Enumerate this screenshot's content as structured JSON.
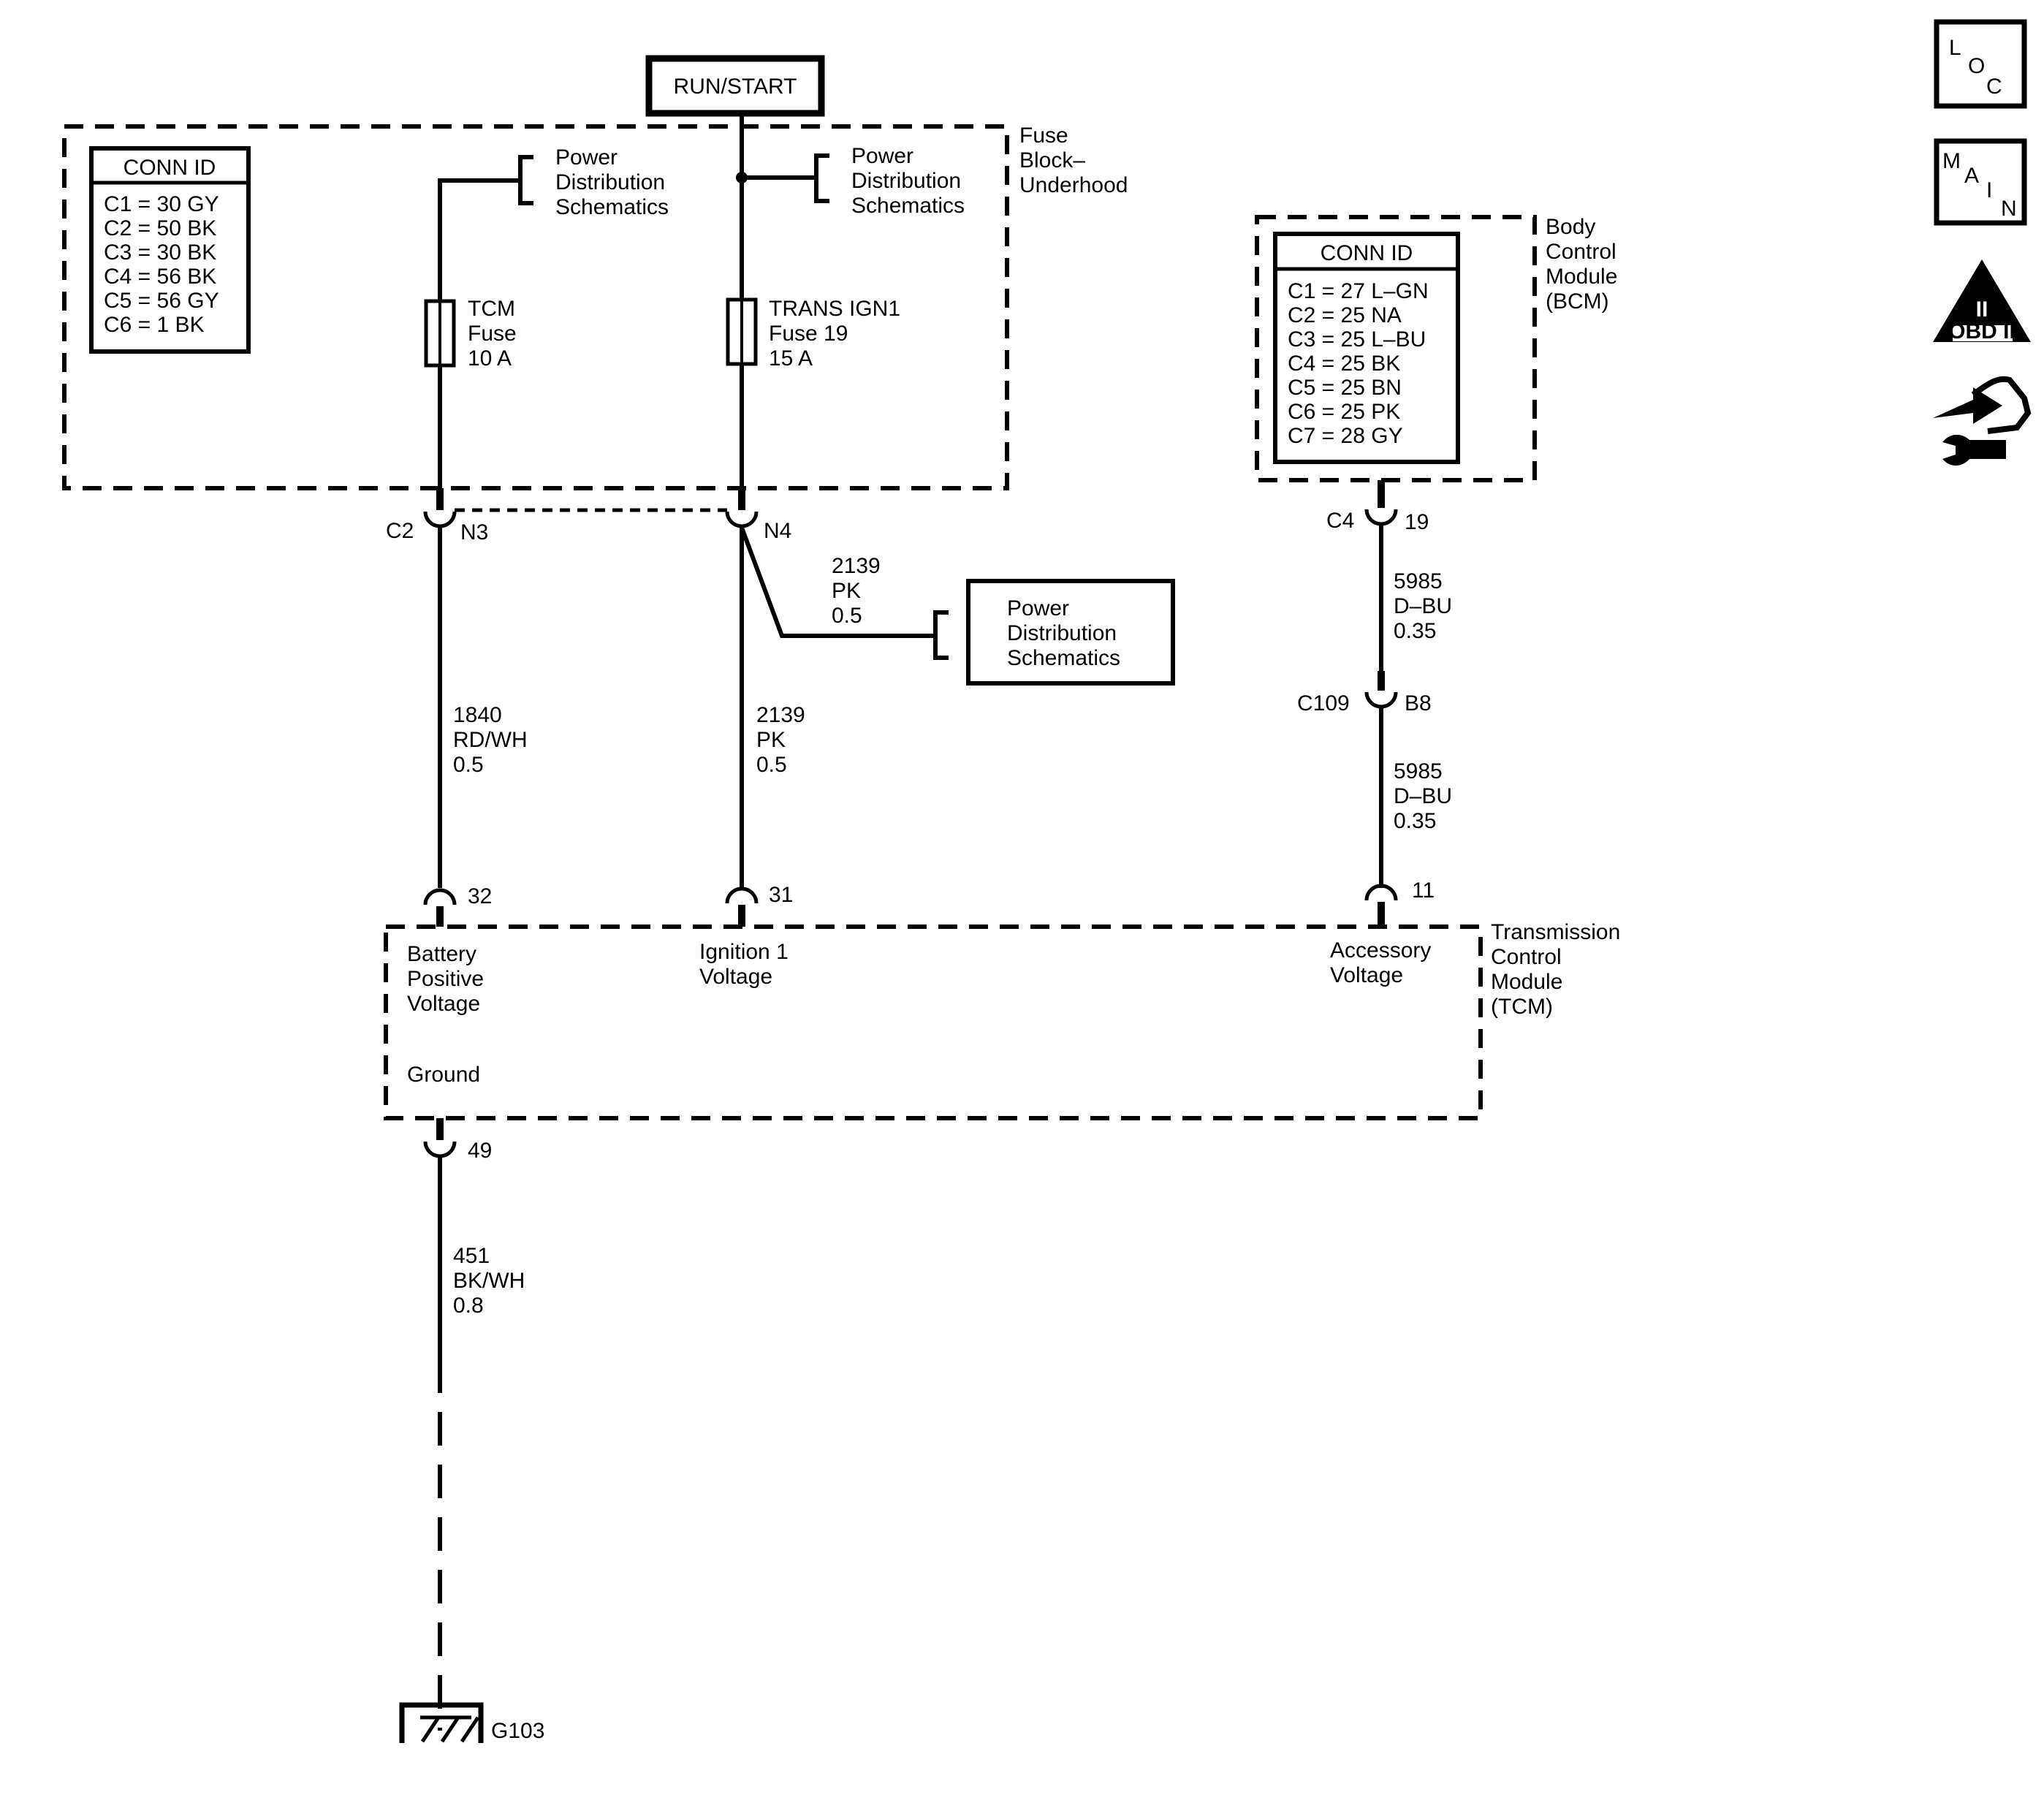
{
  "run_start": "RUN/START",
  "fuse_block": {
    "label_lines": [
      "Fuse",
      "Block–",
      "Underhood"
    ],
    "conn_id": {
      "title": "CONN ID",
      "rows": [
        "C1 = 30 GY",
        "C2 = 50 BK",
        "C3 = 30 BK",
        "C4 = 56 BK",
        "C5 = 56 GY",
        "C6 =  1 BK"
      ]
    },
    "pds_left": [
      "Power",
      "Distribution",
      "Schematics"
    ],
    "pds_right": [
      "Power",
      "Distribution",
      "Schematics"
    ],
    "fuse_tcm": [
      "TCM",
      "Fuse",
      "10 A"
    ],
    "fuse_trans": [
      "TRANS IGN1",
      "Fuse 19",
      "15 A"
    ],
    "connector_left": "C2",
    "pin_n3": "N3",
    "pin_n4": "N4"
  },
  "bcm": {
    "label_lines": [
      "Body",
      "Control",
      "Module",
      "(BCM)"
    ],
    "conn_id": {
      "title": "CONN ID",
      "rows": [
        "C1 = 27 L–GN",
        "C2 = 25 NA",
        "C3 = 25 L–BU",
        "C4 = 25 BK",
        "C5 = 25 BN",
        "C6 = 25 PK",
        "C7 = 28 GY"
      ]
    },
    "connector": "C4",
    "pin": "19"
  },
  "pds_box": [
    "Power",
    "Distribution",
    "Schematics"
  ],
  "wires": {
    "w2139_top": [
      "2139",
      "PK",
      "0.5"
    ],
    "w1840": [
      "1840",
      "RD/WH",
      "0.5"
    ],
    "w2139": [
      "2139",
      "PK",
      "0.5"
    ],
    "w5985_top": [
      "5985",
      "D–BU",
      "0.35"
    ],
    "w5985_bottom": [
      "5985",
      "D–BU",
      "0.35"
    ],
    "w451": [
      "451",
      "BK/WH",
      "0.8"
    ]
  },
  "inline_connector": {
    "name": "C109",
    "pin": "B8"
  },
  "tcm": {
    "label_lines": [
      "Transmission",
      "Control",
      "Module",
      "(TCM)"
    ],
    "pin_32": "32",
    "pin_31": "31",
    "pin_11": "11",
    "pin_49": "49",
    "battery_positive": [
      "Battery",
      "Positive",
      "Voltage"
    ],
    "ignition": [
      "Ignition 1",
      "Voltage"
    ],
    "accessory": [
      "Accessory",
      "Voltage"
    ],
    "ground": "Ground"
  },
  "ground_label": "G103",
  "sidebar": {
    "loc": [
      "L",
      "O",
      "C"
    ],
    "main": [
      "M",
      "A",
      "I",
      "N"
    ],
    "obd": {
      "numeral": "II",
      "text": "OBD II"
    },
    "tool_icon": "hand-wrench-icon"
  }
}
